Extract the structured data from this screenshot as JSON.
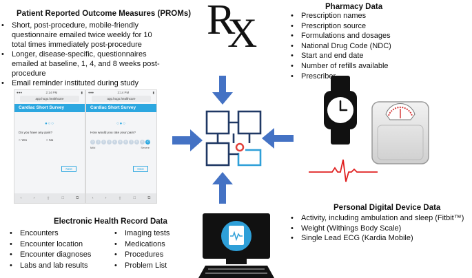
{
  "prom": {
    "title": "Patient Reported Outcome Measures (PROMs)",
    "items": [
      "Short, post-procedure, mobile-friendly questionnaire emailed twice weekly for 10 total times immediately post-procedure",
      "Longer, disease-specific, questionnaires emailed at baseline, 1, 4, and 8 weeks post-procedure",
      "Email reminder instituted during study"
    ]
  },
  "pharmacy": {
    "title": "Pharmacy Data",
    "items": [
      "Prescription names",
      "Prescription source",
      "Formulations and dosages",
      "National Drug Code (NDC)",
      "Start and end date",
      "Number of refills available",
      "Prescriber"
    ]
  },
  "ehr": {
    "title": "Electronic Health Record Data",
    "col1": [
      "Encounters",
      "Encounter location",
      "Encounter diagnoses",
      "Labs and lab results"
    ],
    "col2": [
      "Imaging tests",
      "Medications",
      "Procedures",
      "Problem List"
    ]
  },
  "device": {
    "title": "Personal Digital Device Data",
    "items": [
      "Activity, including ambulation and sleep (Fitbit™)",
      "Weight (Withings Body Scale)",
      "Single Lead ECG (Kardia Mobile)"
    ]
  },
  "rx_symbol": {
    "r": "R",
    "x": "X"
  },
  "phone1": {
    "time": "2:14 PM",
    "url": "app.hugo.healthcare",
    "header": "Cardiac Short Survey",
    "question": "Do you have any pain?",
    "opt_yes": "Yes",
    "opt_no": "No",
    "next": "Next"
  },
  "phone2": {
    "time": "2:14 PM",
    "url": "app.hugo.healthcare",
    "header": "Cardiac Short Survey",
    "question": "How would you rate your pain?",
    "scale": [
      "0",
      "1",
      "2",
      "3",
      "4",
      "5",
      "6",
      "7",
      "8",
      "9",
      "10"
    ],
    "low": "Mild",
    "high": "Severe",
    "next": "Next"
  },
  "colors": {
    "arrow": "#4472c4",
    "hub_navy": "#1f3864",
    "hub_accent": "#2e9fd8",
    "hub_dot": "#e0403a",
    "ecg": "#e02020",
    "survey_header": "#2ca7e0"
  }
}
